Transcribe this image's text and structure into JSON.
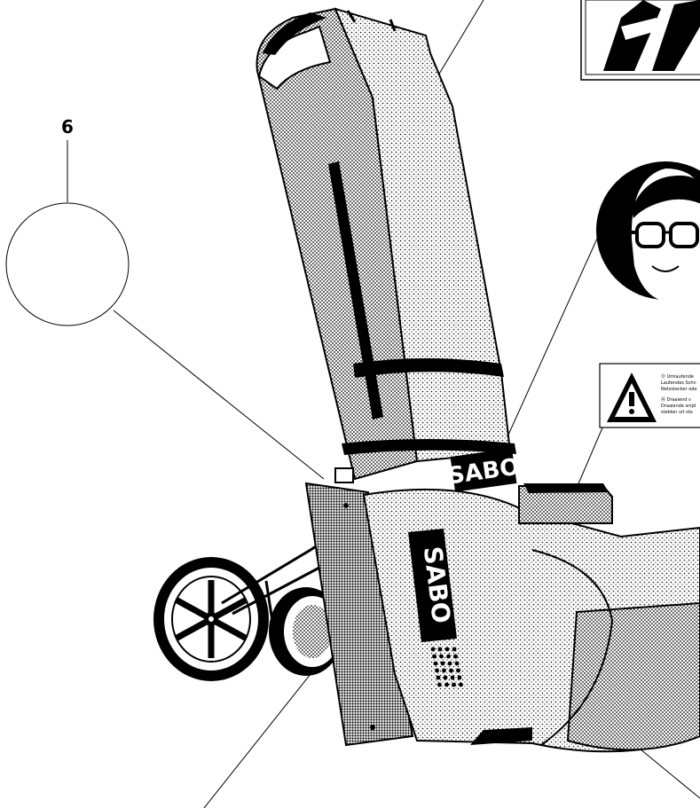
{
  "callout": {
    "number": "6"
  },
  "machine": {
    "brand_text": "SABO"
  },
  "warning_label": {
    "lines": [
      "Ⓓ Umlaufende",
      "Laufendes Schn",
      "Netzstecker ode",
      "Ⓝ Draaiend v",
      "Draaiende snijd",
      "stekker uit sto"
    ]
  },
  "colors": {
    "ink": "#000000",
    "paper": "#ffffff"
  },
  "icons": {
    "goggles": "safety-goggles-icon",
    "warning": "warning-triangle-icon",
    "hand": "hand-hazard-icon"
  }
}
